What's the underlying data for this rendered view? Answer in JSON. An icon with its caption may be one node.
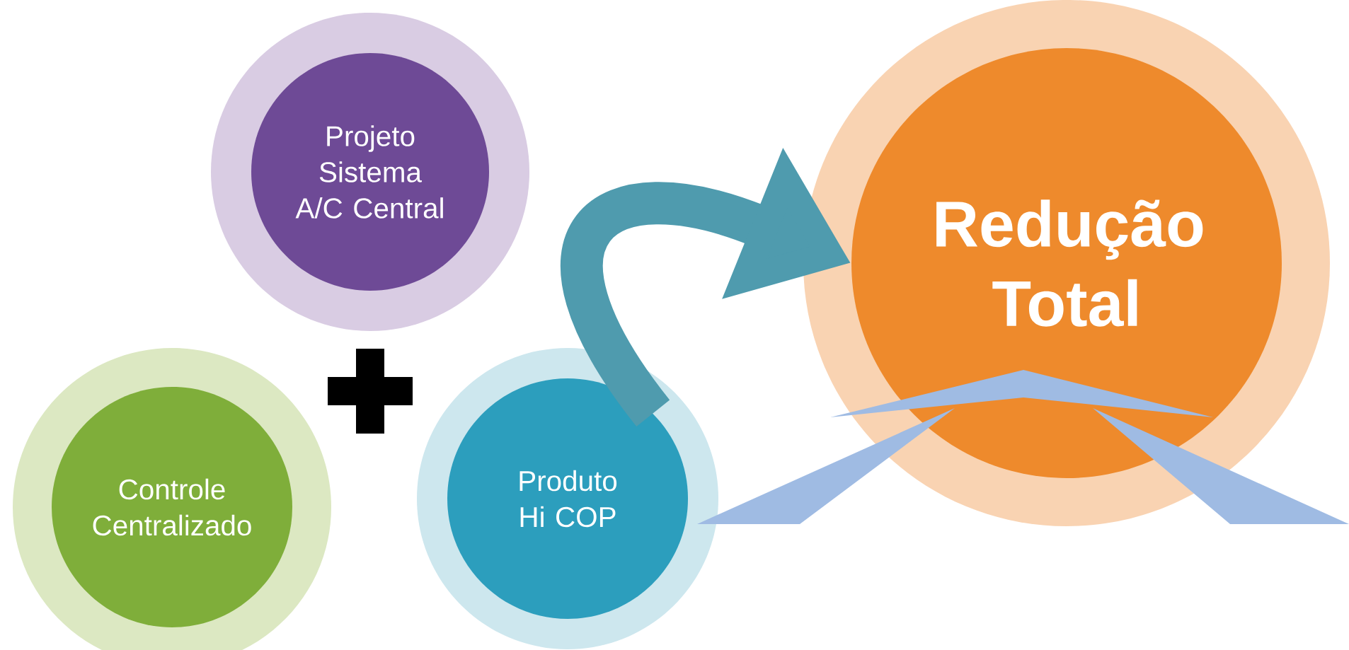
{
  "diagram": {
    "nodes": [
      {
        "text": [
          "Projeto Sistema A/C Central"
        ]
      },
      {
        "text": [
          "Controle Centralizado"
        ]
      },
      {
        "text": [
          "Produto Hi COP"
        ]
      },
      {
        "text": [
          "Redução Total"
        ]
      }
    ],
    "edges": [
      {
        "from": 2,
        "to": 3,
        "arrow": "to"
      }
    ]
  }
}
